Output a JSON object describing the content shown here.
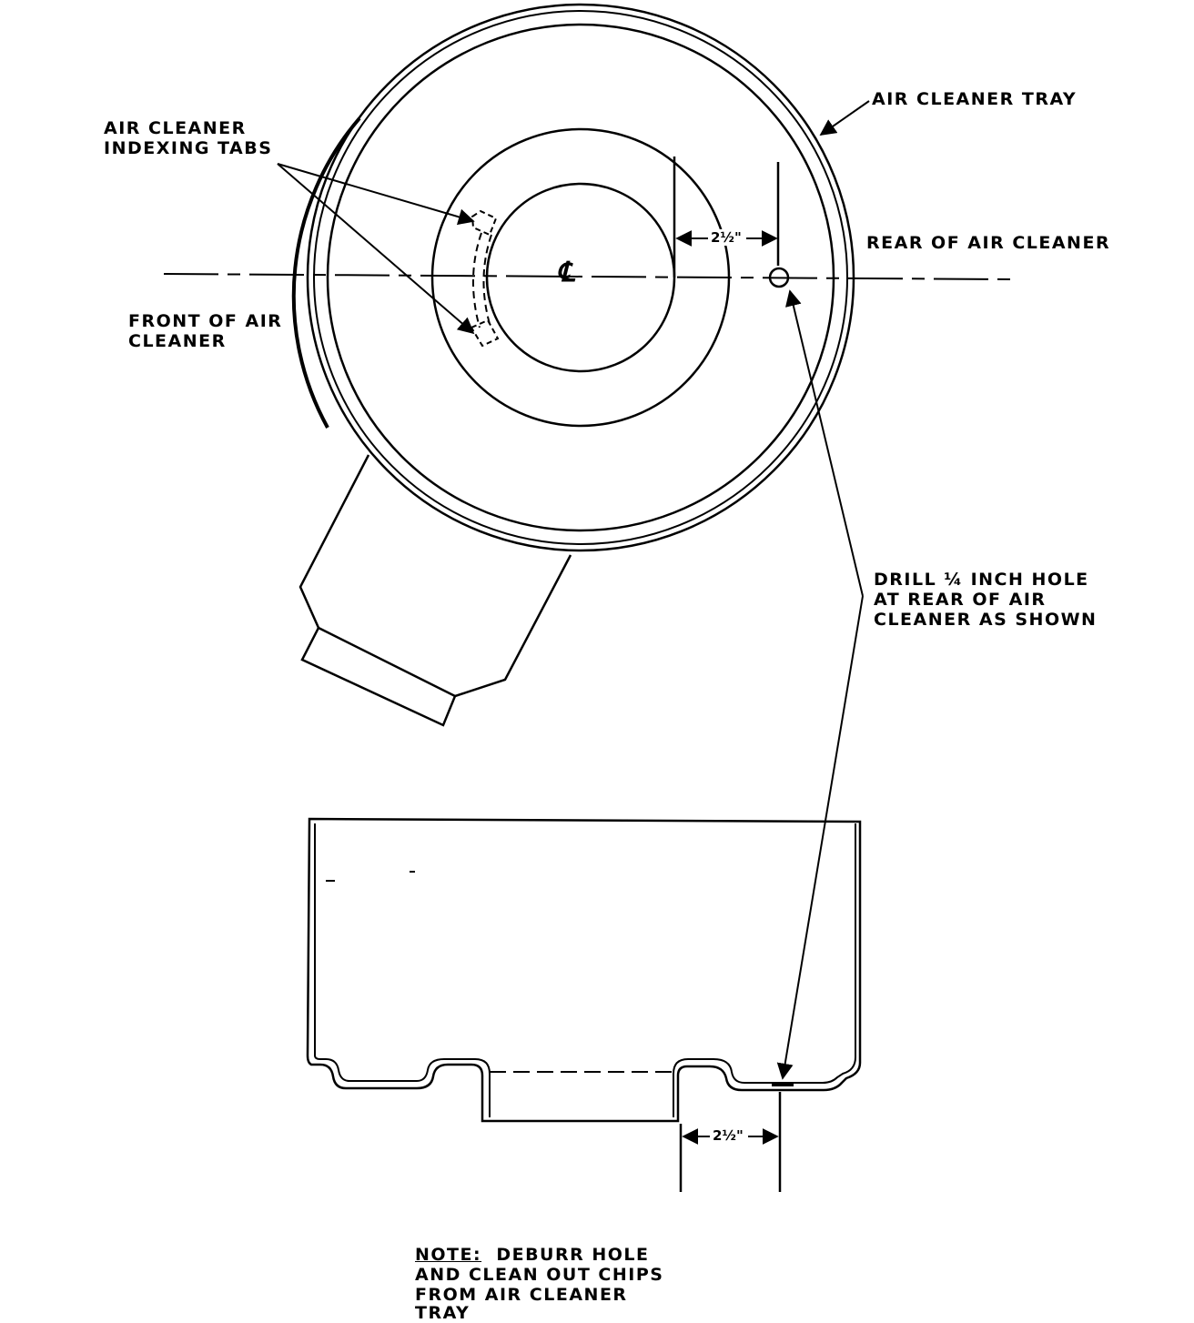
{
  "labels": {
    "air_cleaner_tray": "AIR CLEANER TRAY",
    "indexing_tabs_line1": "AIR CLEANER",
    "indexing_tabs_line2": "INDEXING TABS",
    "rear": "REAR OF AIR CLEANER",
    "front_line1": "FRONT OF AIR",
    "front_line2": "CLEANER",
    "drill_line1": "DRILL ¼ INCH HOLE",
    "drill_line2": "AT REAR OF AIR",
    "drill_line3": "CLEANER AS SHOWN",
    "centerline_symbol": "℄"
  },
  "dimensions": {
    "top_offset": "2½\"",
    "bottom_offset": "2½\""
  },
  "note": {
    "heading": "NOTE:",
    "line1": "DEBURR HOLE",
    "line2": "AND CLEAN OUT CHIPS",
    "line3": "FROM AIR CLEANER",
    "line4": "TRAY"
  }
}
